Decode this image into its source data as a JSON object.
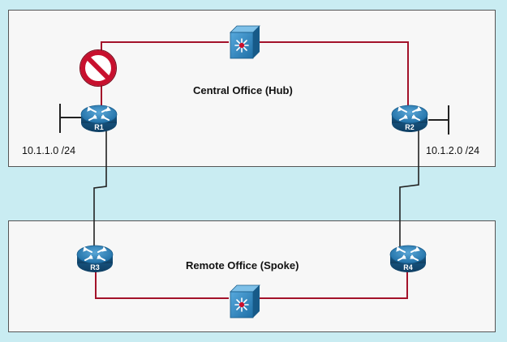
{
  "sites": {
    "hub": {
      "title": "Central Office (Hub)"
    },
    "spoke": {
      "title": "Remote Office (Spoke)"
    }
  },
  "routers": {
    "r1": "R1",
    "r2": "R2",
    "r3": "R3",
    "r4": "R4"
  },
  "subnets": {
    "r1": "10.1.1.0 /24",
    "r2": "10.1.2.0 /24"
  },
  "colors": {
    "background": "#c9ecf2",
    "panel": "#f7f7f7",
    "ethernet_link": "#a3122a",
    "serial_link": "#222222",
    "router": "#1f6fa6",
    "switch": "#2e87c6",
    "block_sign": "#c8102e"
  },
  "icons": {
    "routers": "router-icon",
    "switches": "layer3-switch-icon",
    "blocked": "prohibited-sign-icon"
  }
}
